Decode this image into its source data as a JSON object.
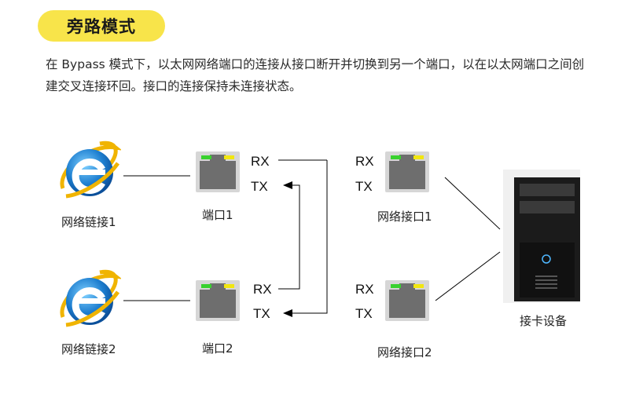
{
  "title": "旁路模式",
  "description": "在 Bypass 模式下，以太网网络端口的连接从接口断开并切换到另一个端口，以在以太网端口之间创建交叉连接环回。接口的连接保持未连接状态。",
  "labels": {
    "network_link_1": "网络链接1",
    "network_link_2": "网络链接2",
    "port_1": "端口1",
    "port_2": "端口2",
    "network_interface_1": "网络接口1",
    "network_interface_2": "网络接口2",
    "nic_device": "接卡设备",
    "rx": "RX",
    "tx": "TX"
  },
  "colors": {
    "title_bg": "#f8e44a",
    "led_green": "#39d12f",
    "led_yellow": "#f1e610",
    "ie_blue": "#1e7fd0",
    "ie_gold": "#f0b400"
  },
  "icons": [
    "internet-explorer-icon",
    "ethernet-port-icon",
    "server-tower-icon"
  ]
}
